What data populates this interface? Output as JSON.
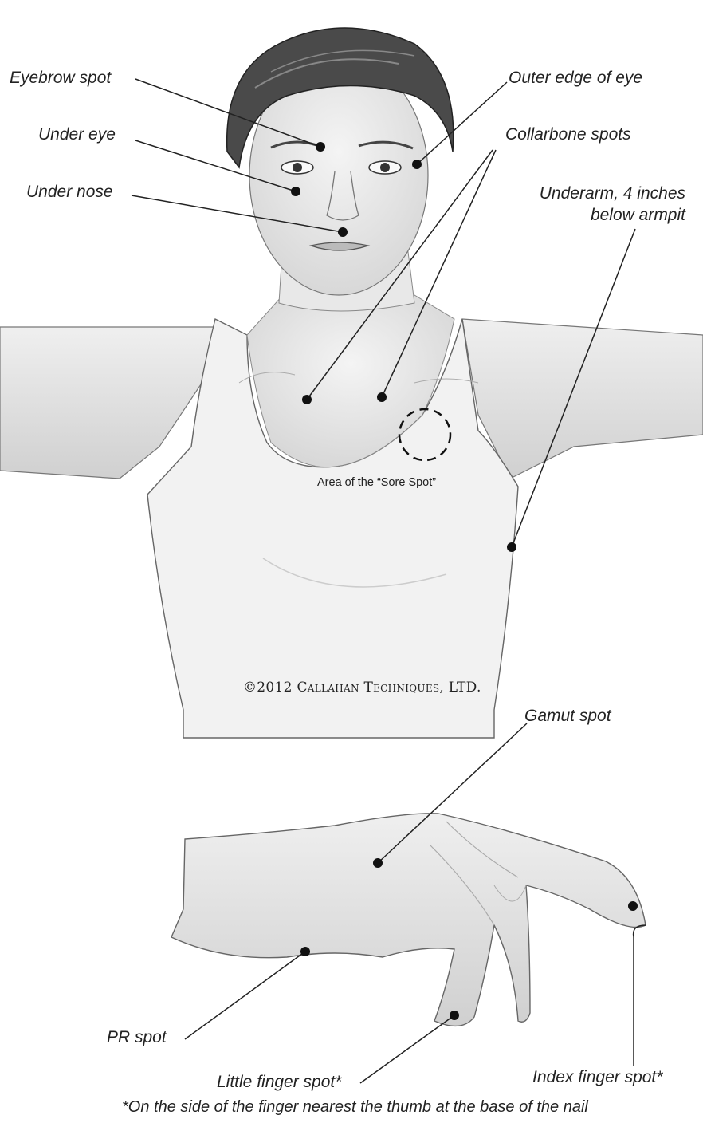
{
  "labels": {
    "eyebrow_spot": "Eyebrow spot",
    "under_eye": "Under eye",
    "under_nose": "Under nose",
    "outer_edge_of_eye": "Outer edge of eye",
    "collarbone_spots": "Collarbone spots",
    "underarm_line1": "Underarm, 4 inches",
    "underarm_line2": "below armpit",
    "sore_spot_area": "Area of the “Sore Spot”",
    "gamut_spot": "Gamut spot",
    "pr_spot": "PR spot",
    "little_finger_spot": "Little finger spot*",
    "index_finger_spot": "Index finger spot*",
    "footnote": "*On the side of the finger nearest the thumb at the base of the nail"
  },
  "copyright": "©2012 Callahan Techniques, LTD."
}
